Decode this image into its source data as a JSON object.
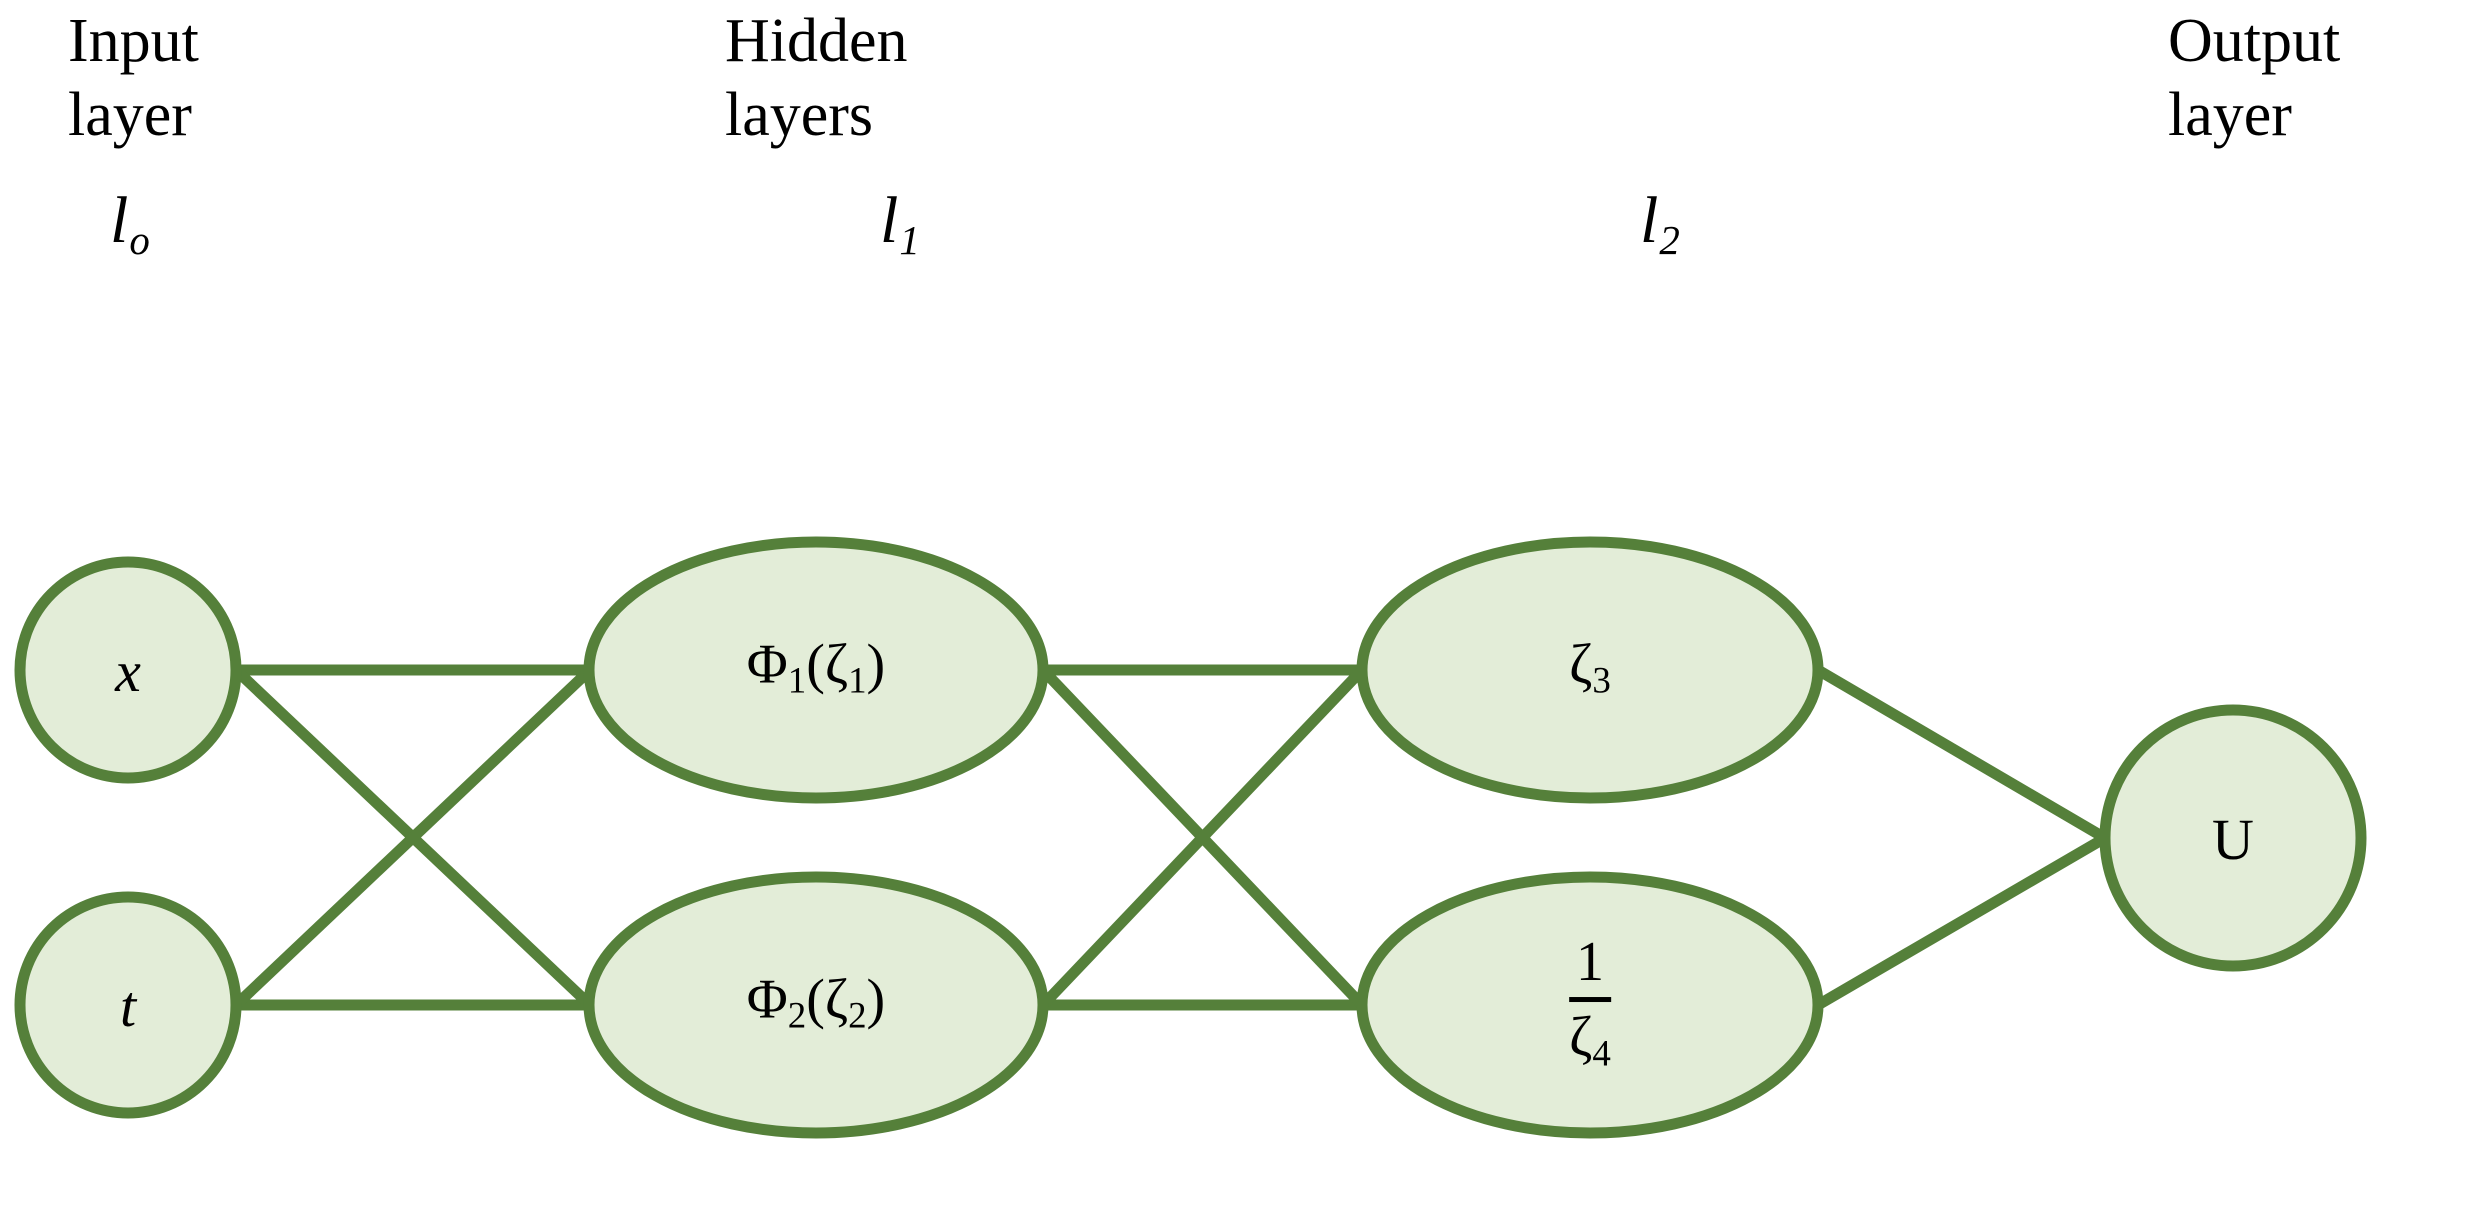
{
  "diagram": {
    "title": "Neural network architecture diagram",
    "colors": {
      "node_stroke": "#55803A",
      "node_fill": "#E3EDD8",
      "edge": "#55803A",
      "text": "#000000",
      "background": "#FFFFFF"
    },
    "headings": [
      {
        "id": "input",
        "text": "Input\nlayer"
      },
      {
        "id": "hidden",
        "text": "Hidden\nlayers"
      },
      {
        "id": "output",
        "text": "Output\nlayer"
      }
    ],
    "layer_symbols": [
      {
        "id": "l0",
        "base": "l",
        "sub": "o"
      },
      {
        "id": "l1",
        "base": "l",
        "sub": "1"
      },
      {
        "id": "l2",
        "base": "l",
        "sub": "2"
      }
    ],
    "nodes": {
      "input": [
        {
          "id": "x",
          "label": "x",
          "style": "italic"
        },
        {
          "id": "t",
          "label": "t",
          "style": "italic"
        }
      ],
      "hidden1": [
        {
          "id": "phi1",
          "base": "Φ",
          "sub": "1",
          "arg_open": "(ζ",
          "arg_sub": "1",
          "arg_close": ")"
        },
        {
          "id": "phi2",
          "base": "Φ",
          "sub": "2",
          "arg_open": "(ζ",
          "arg_sub": "2",
          "arg_close": ")"
        }
      ],
      "hidden2": [
        {
          "id": "zeta3",
          "base": "ζ",
          "sub": "3"
        },
        {
          "id": "zeta4",
          "numerator": "1",
          "den_base": "ζ",
          "den_sub": "4"
        }
      ],
      "output": [
        {
          "id": "U",
          "label": "U",
          "style": "upright"
        }
      ]
    },
    "edges": [
      {
        "from": "x",
        "to": "phi1"
      },
      {
        "from": "x",
        "to": "phi2"
      },
      {
        "from": "t",
        "to": "phi1"
      },
      {
        "from": "t",
        "to": "phi2"
      },
      {
        "from": "phi1",
        "to": "zeta3"
      },
      {
        "from": "phi1",
        "to": "zeta4"
      },
      {
        "from": "phi2",
        "to": "zeta3"
      },
      {
        "from": "phi2",
        "to": "zeta4"
      },
      {
        "from": "zeta3",
        "to": "U"
      },
      {
        "from": "zeta4",
        "to": "U"
      }
    ]
  }
}
